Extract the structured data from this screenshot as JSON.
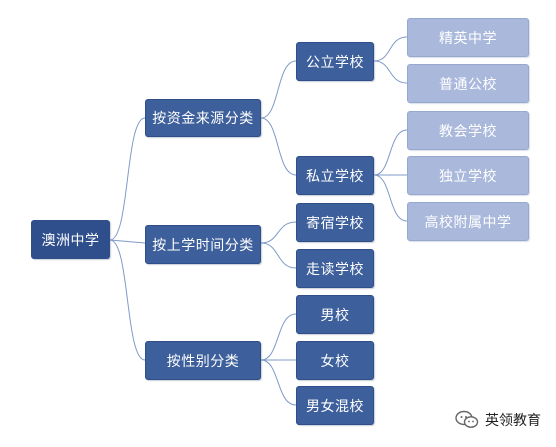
{
  "root": {
    "label": "澳洲中学"
  },
  "level1": [
    {
      "key": "funding",
      "label": "按资金来源分类"
    },
    {
      "key": "attendance",
      "label": "按上学时间分类"
    },
    {
      "key": "gender",
      "label": "按性别分类"
    }
  ],
  "level2": [
    {
      "key": "public",
      "parent": "funding",
      "label": "公立学校"
    },
    {
      "key": "private",
      "parent": "funding",
      "label": "私立学校"
    },
    {
      "key": "boarding",
      "parent": "attendance",
      "label": "寄宿学校"
    },
    {
      "key": "day",
      "parent": "attendance",
      "label": "走读学校"
    },
    {
      "key": "boys",
      "parent": "gender",
      "label": "男校"
    },
    {
      "key": "girls",
      "parent": "gender",
      "label": "女校"
    },
    {
      "key": "coed",
      "parent": "gender",
      "label": "男女混校"
    }
  ],
  "level3": [
    {
      "key": "selective",
      "parent": "public",
      "label": "精英中学"
    },
    {
      "key": "general",
      "parent": "public",
      "label": "普通公校"
    },
    {
      "key": "church",
      "parent": "private",
      "label": "教会学校"
    },
    {
      "key": "independent",
      "parent": "private",
      "label": "独立学校"
    },
    {
      "key": "university",
      "parent": "private",
      "label": "高校附属中学"
    }
  ],
  "watermark": {
    "text": "英领教育",
    "icon": "wechat-icon"
  },
  "colors": {
    "dark_node": "#3d5f9b",
    "light_node": "#a9b8db",
    "connector": "#7f9ac7"
  }
}
